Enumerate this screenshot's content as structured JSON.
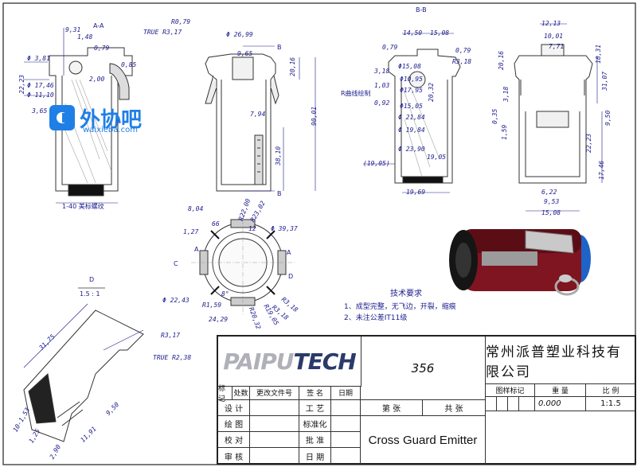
{
  "watermark": {
    "brand": "外协吧",
    "url": "waixieba.com"
  },
  "views": {
    "aa": {
      "title": "A-A",
      "dims": [
        "9,31",
        "1,48",
        "0,79",
        "Φ 3,81",
        "22,23",
        "Φ 17,46",
        "Φ 11,10",
        "3,65",
        "2,00",
        "0,85"
      ],
      "note": "1-40 美标螺纹"
    },
    "side": {
      "dims": [
        "R0,79",
        "TRUE R3,17",
        "Φ 26,99",
        "9,65",
        "20,16",
        "90,01",
        "7,94",
        "38,10"
      ],
      "labels": [
        "B",
        "B"
      ]
    },
    "bb": {
      "title": "B-B",
      "dims": [
        "14,50",
        "15,08",
        "0,79",
        "0,79",
        "R3,18",
        "3,18",
        "Φ15,08",
        "1,03",
        "Φ10,95",
        "Φ17,95",
        "0,92",
        "Φ15,05",
        "20,32",
        "Φ 21,84",
        "Φ 19,84",
        "Φ 23,90",
        "(19,05)",
        "19,05",
        "19,69"
      ],
      "note": "R曲线绘制"
    },
    "front": {
      "dims": [
        "12,13",
        "10,01",
        "7,71",
        "20,16",
        "18,31",
        "31,07",
        "3,18",
        "0,35",
        "1,59",
        "9,50",
        "22,23",
        "17,46",
        "6,22",
        "9,53",
        "15,08"
      ]
    },
    "top": {
      "dims": [
        "8,04",
        "R22,00",
        "R23,02",
        "Φ 39,37",
        "1,27",
        "66",
        "Φ 22,43",
        "R1,59",
        "24,29",
        "R20,32",
        "R19,05",
        "R3,18",
        "R3,18",
        "8°",
        "12"
      ],
      "labels": [
        "A",
        "A",
        "C",
        "D"
      ]
    },
    "detail_d": {
      "title": "D",
      "scale": "1.5 : 1",
      "dims": [
        "31,75",
        "R3,17",
        "TRUE R2,38",
        "10-1,53",
        "1,25",
        "11,91",
        "9,50",
        "2,90"
      ]
    }
  },
  "tech_req": {
    "title": "技术要求",
    "items": [
      "1、成型完整，无飞边，开裂，缩痕",
      "2、未注公差IT11级"
    ]
  },
  "title_block": {
    "brand_a": "PAIPU",
    "brand_b": "TECH",
    "drawing_no": "356",
    "company": "常州派普塑业科技有限公司",
    "part_name": "Cross Guard Emitter",
    "rev_headers": [
      "标记",
      "处数",
      "更改文件号",
      "签 名",
      "日期"
    ],
    "roles_left": [
      "设 计",
      "绘 图",
      "校 对",
      "审 核"
    ],
    "roles_right": [
      "工 艺",
      "标准化",
      "批 准",
      "日 期"
    ],
    "sheet_label": "第  张",
    "total_label": "共  张",
    "mark_label": "图样标记",
    "weight_label": "重  量",
    "scale_label": "比  例",
    "weight_value": "0.000",
    "scale_value": "1:1.5"
  }
}
